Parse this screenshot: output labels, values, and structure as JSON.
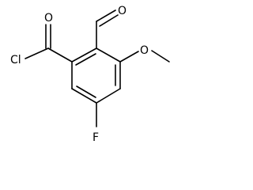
{
  "labels": {
    "chlorine": "Cl",
    "carbonyl_oxygen_acid_chloride": "O",
    "carbonyl_oxygen_aldehyde": "O",
    "methoxy_oxygen": "O",
    "fluorine": "F"
  },
  "colors": {
    "bond": "#000000",
    "text": "#000000",
    "background": "#ffffff"
  }
}
